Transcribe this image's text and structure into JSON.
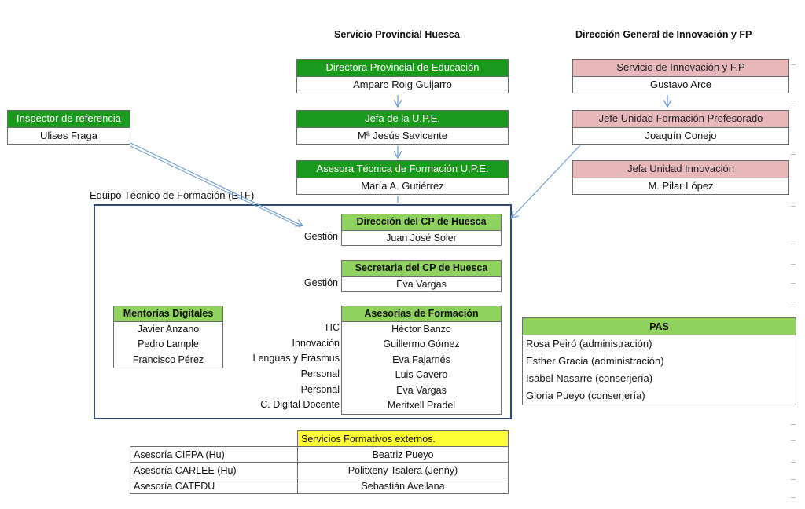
{
  "headers": {
    "left": "Servicio Provincial Huesca",
    "right": "Dirección General de Innovación y FP"
  },
  "spa_chain": [
    {
      "title": "Directora Provincial de Educación",
      "name": "Amparo Roig Guijarro"
    },
    {
      "title": "Jefa de la U.P.E.",
      "name": "Mª Jesús Savicente"
    },
    {
      "title": "Asesora Técnica de Formación U.P.E.",
      "name": "María A. Gutiérrez"
    }
  ],
  "dg_chain": [
    {
      "title": "Servicio de Innovación y F.P",
      "name": "Gustavo Arce"
    },
    {
      "title": "Jefe Unidad Formación Profesorado",
      "name": "Joaquín Conejo"
    },
    {
      "title": "Jefa Unidad Innovación",
      "name": "M. Pilar López"
    }
  ],
  "inspector": {
    "title": "Inspector de referencia",
    "name": "Ulises Fraga"
  },
  "etf": {
    "label": "Equipo Técnico de Formación (ETF)",
    "direccion": {
      "title": "Dirección del CP de Huesca",
      "role": "Gestión",
      "name": "Juan José Soler"
    },
    "secretaria": {
      "title": "Secretaria del CP de Huesca",
      "role": "Gestión",
      "name": "Eva Vargas"
    },
    "mentorias": {
      "title": "Mentorías Digitales",
      "members": [
        "Javier Anzano",
        "Pedro Lample",
        "Francisco Pérez"
      ]
    },
    "asesorias": {
      "title": "Asesorías de Formación",
      "rows": [
        {
          "area": "TIC",
          "name": "Héctor Banzo"
        },
        {
          "area": "Innovación",
          "name": "Guillermo Gómez"
        },
        {
          "area": "Lenguas y Erasmus",
          "name": "Eva Fajarnés"
        },
        {
          "area": "Personal",
          "name": "Luis Cavero"
        },
        {
          "area": "Personal",
          "name": "Eva Vargas"
        },
        {
          "area": "C. Digital Docente",
          "name": "Meritxell Pradel"
        }
      ]
    }
  },
  "pas": {
    "title": "PAS",
    "members": [
      "Rosa Peiró  (administración)",
      "Esther Gracia (administración)",
      "Isabel Nasarre (conserjería)",
      "Gloria Pueyo (conserjería)"
    ]
  },
  "externos": {
    "title": "Servicios Formativos externos.",
    "rows": [
      {
        "asesoria": "Asesoría CIFPA (Hu)",
        "name": "Beatriz Pueyo"
      },
      {
        "asesoria": "Asesoría CARLEE (Hu)",
        "name": "Politxeny Tsalera (Jenny)"
      },
      {
        "asesoria": "Asesoría CATEDU",
        "name": "Sebastián Avellana"
      }
    ]
  },
  "colors": {
    "dark_green": "#1a9a1a",
    "light_green": "#8fd25e",
    "pink": "#e8b7ba",
    "yellow": "#ffff33",
    "etf_border": "#2e4a75",
    "arrow": "#6f9fd8"
  }
}
